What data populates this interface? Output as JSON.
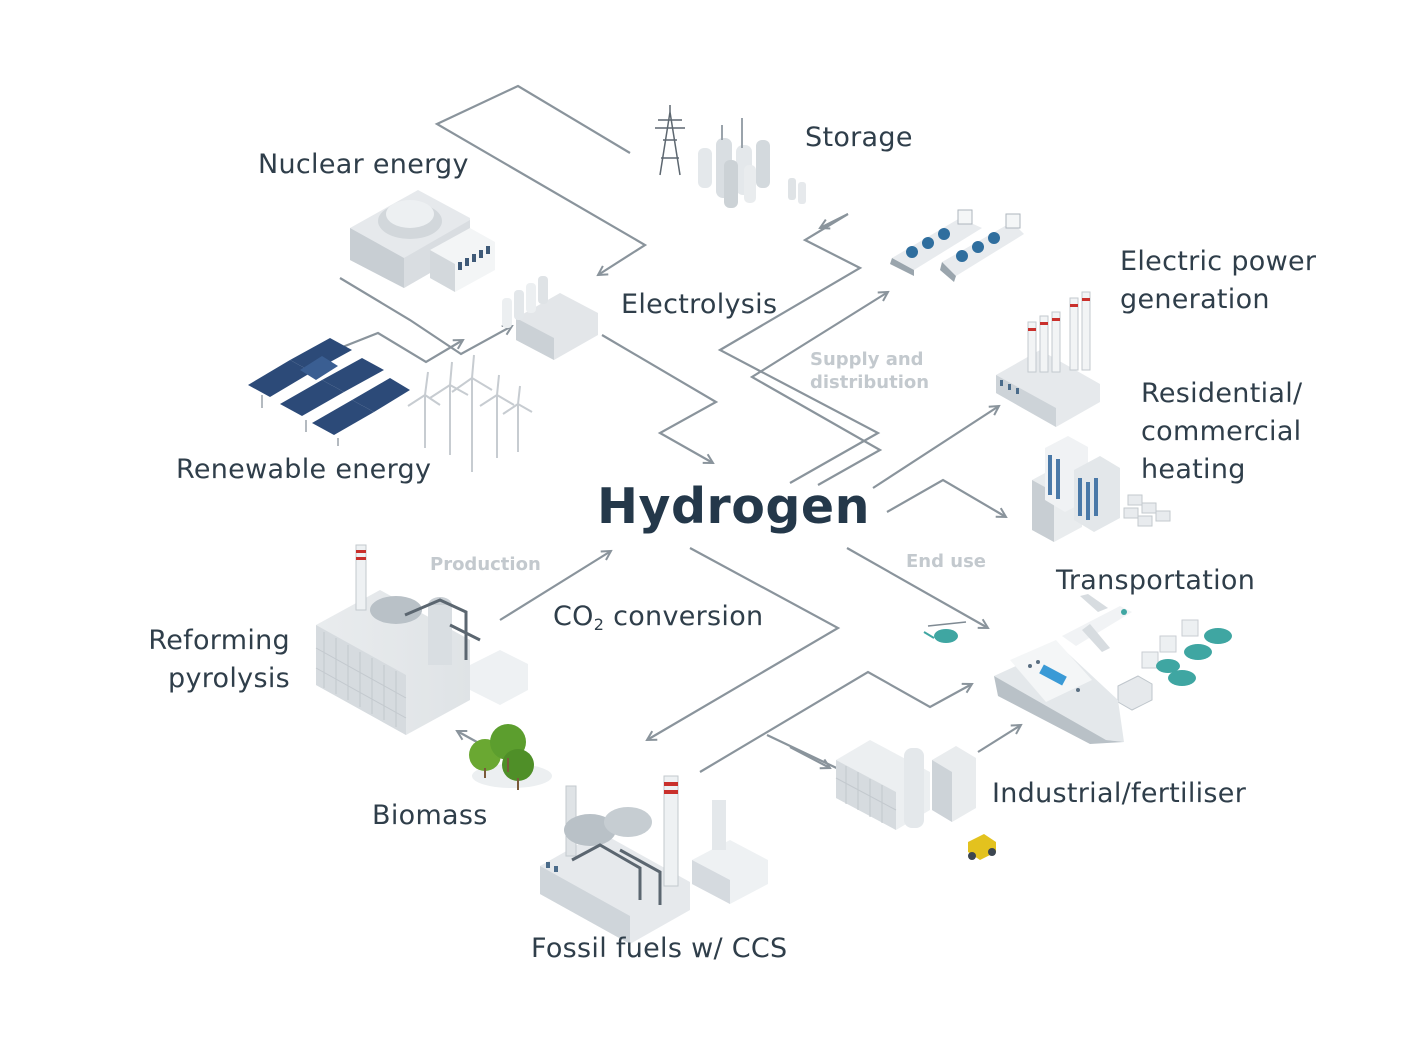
{
  "title": "Hydrogen",
  "categories": {
    "production": "Production",
    "supply": "Supply and distribution",
    "supply_line1": "Supply and",
    "supply_line2": "distribution",
    "end_use": "End use"
  },
  "nodes": {
    "nuclear": "Nuclear energy",
    "storage": "Storage",
    "electrolysis": "Electrolysis",
    "renewable": "Renewable energy",
    "electric_power_line1": "Electric power",
    "electric_power_line2": "generation",
    "heating_line1": "Residential/",
    "heating_line2": "commercial",
    "heating_line3": "heating",
    "transportation": "Transportation",
    "reforming_line1": "Reforming",
    "reforming_line2": "pyrolysis",
    "co2_prefix": "CO",
    "co2_subscript": "2",
    "co2_suffix": " conversion",
    "biomass": "Biomass",
    "industrial": "Industrial/fertiliser",
    "fossil": "Fossil fuels w/ CCS"
  },
  "colors": {
    "arrow": "#8a949c",
    "title": "#24384a",
    "label": "#2f3e4a",
    "category": "#c3c9ce",
    "solar": "#2c4a78",
    "vehicle_teal": "#3fa6a2",
    "chimney_red": "#c9302c",
    "tree_green": "#5c9e2e"
  },
  "icons": [
    "nuclear-plant-icon",
    "storage-tanks-icon",
    "power-pylon-icon",
    "tanker-ships-icon",
    "electrolysis-plant-icon",
    "solar-panels-icon",
    "wind-turbines-icon",
    "power-plant-icon",
    "buildings-icon",
    "airplane-icon",
    "electric-cars-icon",
    "cruise-ship-icon",
    "helicopter-icon",
    "truck-icon",
    "reforming-plant-icon",
    "trees-icon",
    "fossil-plant-icon",
    "industrial-plant-icon",
    "tractor-icon"
  ]
}
